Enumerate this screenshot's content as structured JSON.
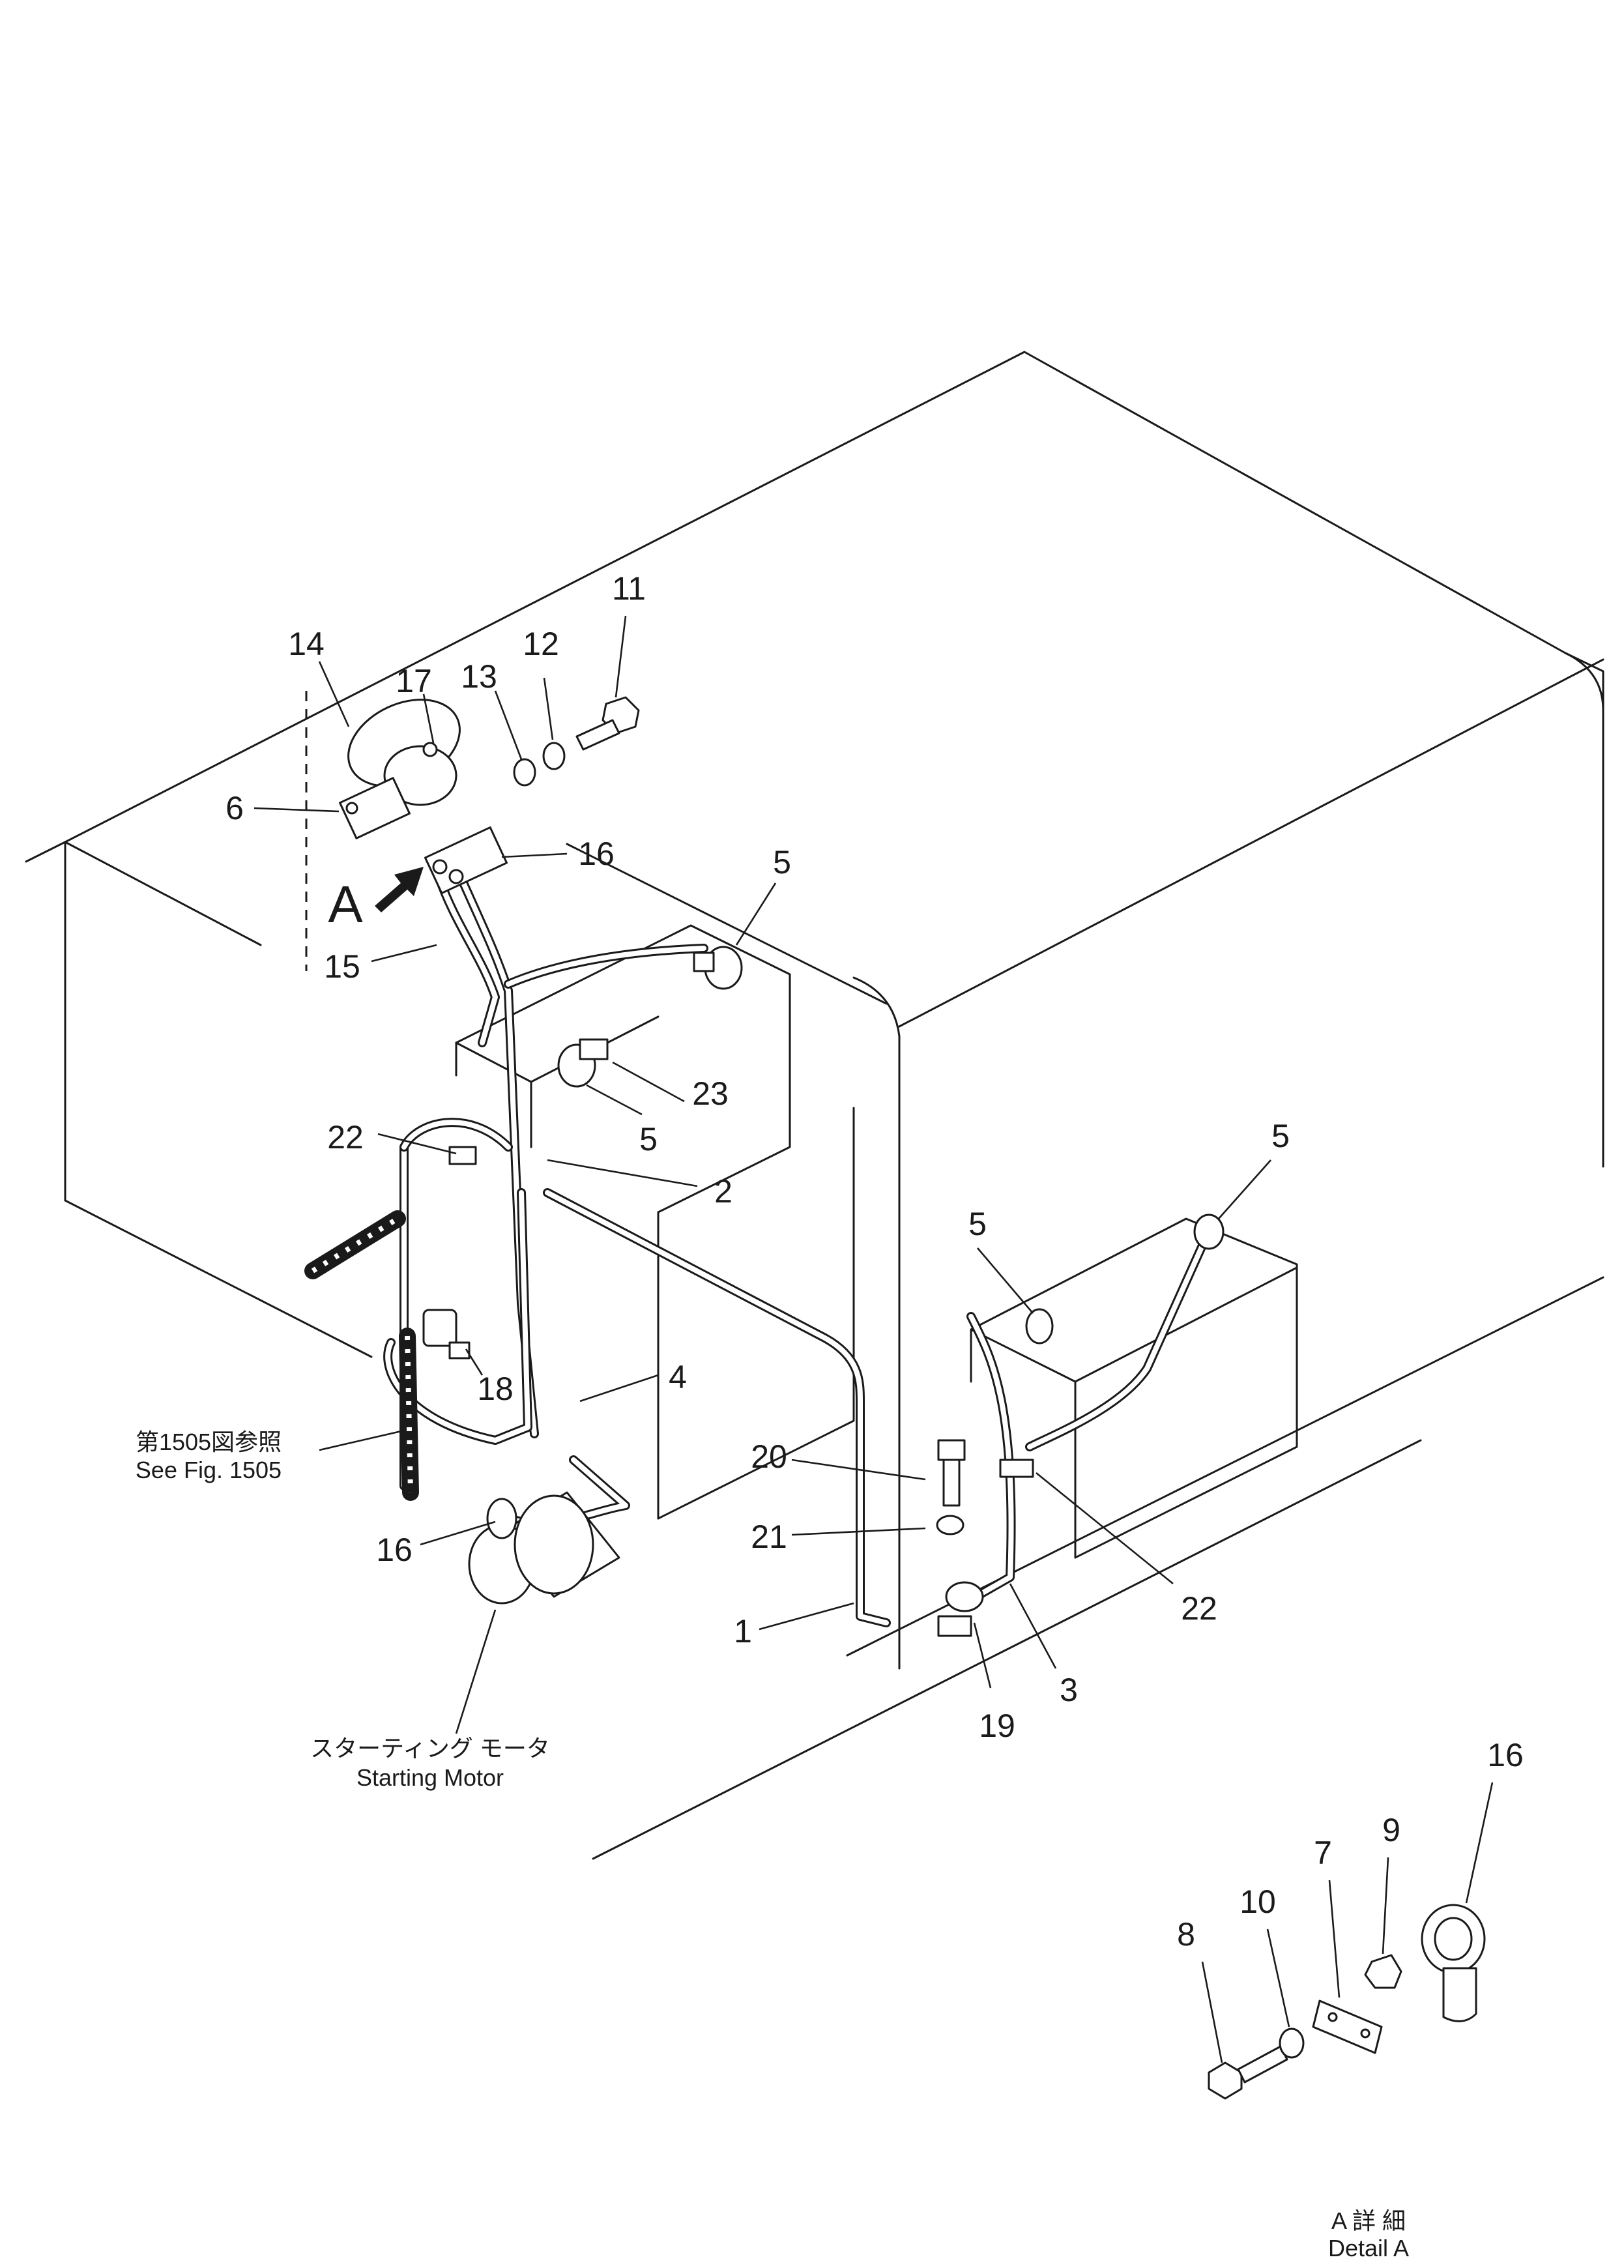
{
  "callouts": {
    "c1": "1",
    "c2": "2",
    "c3": "3",
    "c4": "4",
    "c5a": "5",
    "c5b": "5",
    "c5c": "5",
    "c5d": "5",
    "c6": "6",
    "c7": "7",
    "c8": "8",
    "c9": "9",
    "c10": "10",
    "c11": "11",
    "c12": "12",
    "c13": "13",
    "c14": "14",
    "c15": "15",
    "c16a": "16",
    "c16b": "16",
    "c16c": "16",
    "c17": "17",
    "c18": "18",
    "c19": "19",
    "c20": "20",
    "c21": "21",
    "c22a": "22",
    "c22b": "22",
    "c23": "23"
  },
  "view_marker": "A",
  "notes": {
    "see_fig_jp": "第1505図参照",
    "see_fig_en": "See Fig. 1505",
    "starting_motor_jp": "スターティング モータ",
    "starting_motor_en": "Starting Motor",
    "detail_jp": "A 詳 細",
    "detail_en": "Detail A"
  }
}
